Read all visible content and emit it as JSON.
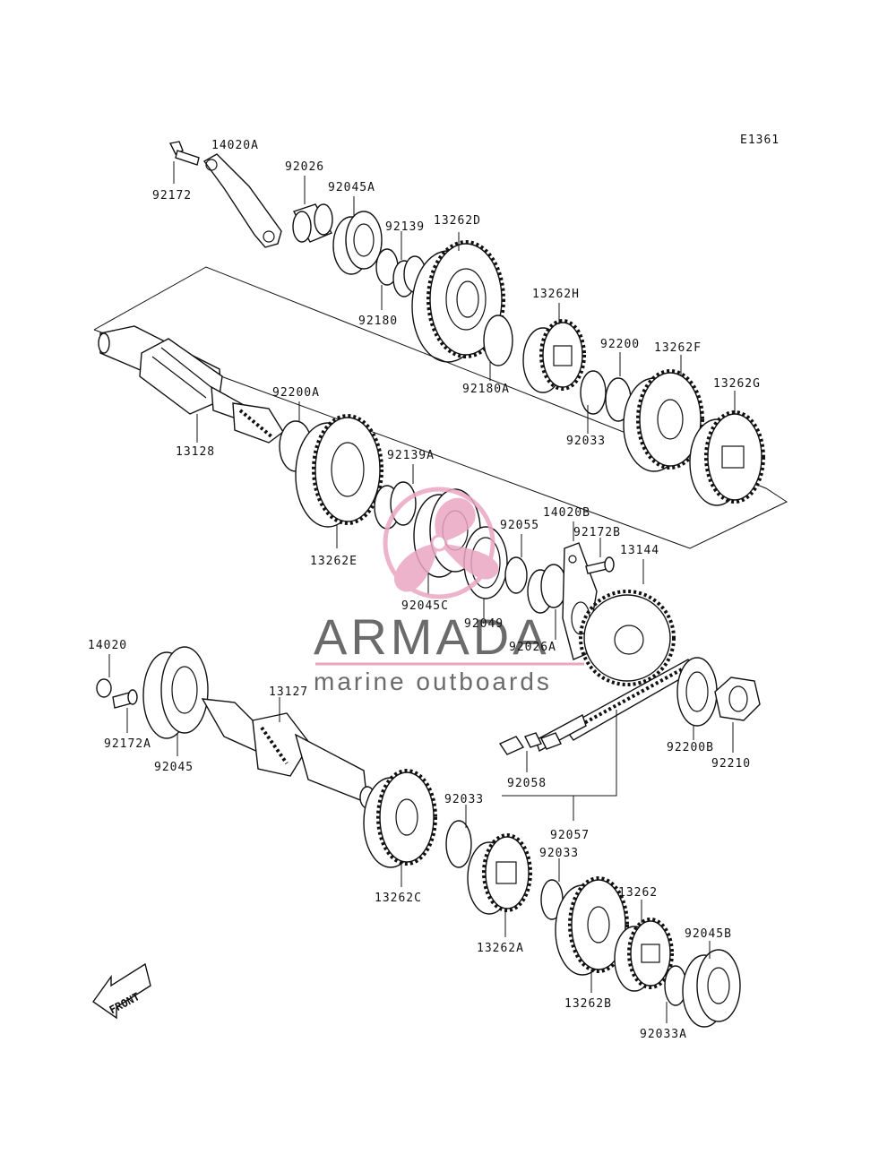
{
  "figure_code": "E1361",
  "parts": [
    {
      "id": "p14020A",
      "label": "14020A"
    },
    {
      "id": "p92172",
      "label": "92172"
    },
    {
      "id": "p92026",
      "label": "92026"
    },
    {
      "id": "p92045A",
      "label": "92045A"
    },
    {
      "id": "p92139",
      "label": "92139"
    },
    {
      "id": "p13262D",
      "label": "13262D"
    },
    {
      "id": "p92180",
      "label": "92180"
    },
    {
      "id": "p92180A",
      "label": "92180A"
    },
    {
      "id": "p13262H",
      "label": "13262H"
    },
    {
      "id": "p92200",
      "label": "92200"
    },
    {
      "id": "p13262F",
      "label": "13262F"
    },
    {
      "id": "p13262G",
      "label": "13262G"
    },
    {
      "id": "p92033a",
      "label": "92033"
    },
    {
      "id": "p92200A",
      "label": "92200A"
    },
    {
      "id": "p13128",
      "label": "13128"
    },
    {
      "id": "p92139A",
      "label": "92139A"
    },
    {
      "id": "p13262E",
      "label": "13262E"
    },
    {
      "id": "p14020B",
      "label": "14020B"
    },
    {
      "id": "p92055",
      "label": "92055"
    },
    {
      "id": "p92172B",
      "label": "92172B"
    },
    {
      "id": "p13144",
      "label": "13144"
    },
    {
      "id": "p92045C",
      "label": "92045C"
    },
    {
      "id": "p92049",
      "label": "92049"
    },
    {
      "id": "p92026A",
      "label": "92026A"
    },
    {
      "id": "p14020",
      "label": "14020"
    },
    {
      "id": "p13127",
      "label": "13127"
    },
    {
      "id": "p92172A",
      "label": "92172A"
    },
    {
      "id": "p92045",
      "label": "92045"
    },
    {
      "id": "p92200B",
      "label": "92200B"
    },
    {
      "id": "p92210",
      "label": "92210"
    },
    {
      "id": "p92058",
      "label": "92058"
    },
    {
      "id": "p92057",
      "label": "92057"
    },
    {
      "id": "p92033b",
      "label": "92033"
    },
    {
      "id": "p92033c",
      "label": "92033"
    },
    {
      "id": "p13262C",
      "label": "13262C"
    },
    {
      "id": "p13262",
      "label": "13262"
    },
    {
      "id": "p92045B",
      "label": "92045B"
    },
    {
      "id": "p13262A",
      "label": "13262A"
    },
    {
      "id": "p13262B",
      "label": "13262B"
    },
    {
      "id": "p92033A",
      "label": "92033A"
    }
  ],
  "front_marker": "FRONT",
  "watermark": {
    "brand": "ARMADA",
    "tagline": "marine outboards",
    "accent_color": "#e9a6c1",
    "text_color": "#6b6b6b"
  }
}
